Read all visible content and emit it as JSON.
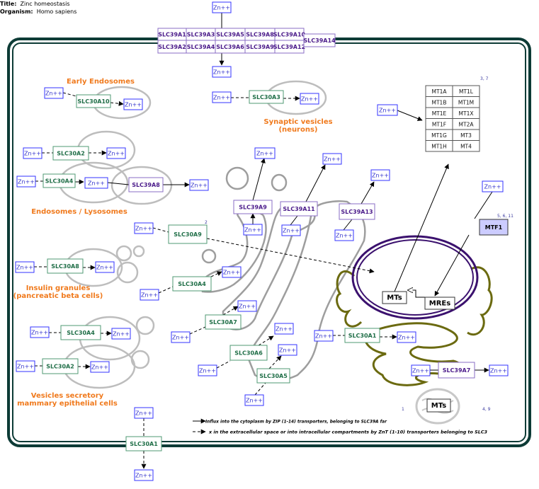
{
  "header": {
    "title_label": "Title:",
    "title_value": "Zinc homeostasis",
    "organism_label": "Organism:",
    "organism_value": "Homo sapiens"
  },
  "colors": {
    "frame": "#0d3b36",
    "zip_border": "#8a6cc4",
    "zip_text": "#4b1b8a",
    "znt_border": "#4f9a73",
    "znt_text": "#1f6e47",
    "zn_border": "#3333ff",
    "zn_text": "#3333cc",
    "vesicle": "#bdbdbd",
    "golgi": "#9e9e9e",
    "nucleus": "#3b116e",
    "er": "#6b6a10",
    "label": "#f07a1d",
    "mtf1_fill": "#ccccff"
  },
  "compartment_labels": [
    {
      "id": "early-endosomes",
      "lines": [
        "Early Endosomes"
      ]
    },
    {
      "id": "synaptic-vesicles",
      "lines": [
        "Synaptic vesicles",
        "(neurons)"
      ]
    },
    {
      "id": "endosomes-lysosomes",
      "lines": [
        "Endosomes / Lysosomes"
      ]
    },
    {
      "id": "insulin-granules",
      "lines": [
        "Insulin granules",
        "(pancreatic beta cells)"
      ]
    },
    {
      "id": "vesicles-secretory",
      "lines": [
        "Vesicles secretory",
        "mammary epithelial cells"
      ]
    }
  ],
  "membrane_zip_grid": {
    "top_row": [
      "SLC39A1",
      "SLC39A3",
      "SLC39A5",
      "SLC39A8",
      "SLC39A10"
    ],
    "bottom_row": [
      "SLC39A2",
      "SLC39A4",
      "SLC39A6",
      "SLC39A9",
      "SLC39A12"
    ],
    "extra": "SLC39A14"
  },
  "zip_transporters": [
    "SLC39A8",
    "SLC39A9",
    "SLC39A11",
    "SLC39A13",
    "SLC39A7"
  ],
  "znt_transporters": [
    "SLC30A10",
    "SLC30A3",
    "SLC30A2",
    "SLC30A4",
    "SLC30A9",
    "SLC30A8",
    "SLC30A4",
    "SLC30A7",
    "SLC30A4",
    "SLC30A2",
    "SLC30A6",
    "SLC30A5",
    "SLC30A1",
    "SLC30A1"
  ],
  "metabolite_label": "Zn++",
  "metallothioneins": {
    "left": [
      "MT1A",
      "MT1B",
      "MT1E",
      "MT1F",
      "MT1G",
      "MT1H"
    ],
    "right": [
      "MT1L",
      "MT1M",
      "MT1X",
      "MT2A",
      "MT3",
      "MT4"
    ]
  },
  "nucleus": {
    "mtf1": "MTF1",
    "mts": "MTs",
    "mres": "MREs"
  },
  "mitochondrion_label": "MTs",
  "references": {
    "mt_table": "3, 7",
    "mtf1": "5, 6, 11",
    "slc30a9": "2",
    "mito_left": "1",
    "mito_right": "4, 9"
  },
  "legend": {
    "influx": "Influx into the cytoplasm by ZIP (1-14) transporters, belonging to SLC39A far",
    "efflux": "x in the extracellular space or into intracellular compartments by ZnT (1-10) transporters belonging to SLC3"
  }
}
